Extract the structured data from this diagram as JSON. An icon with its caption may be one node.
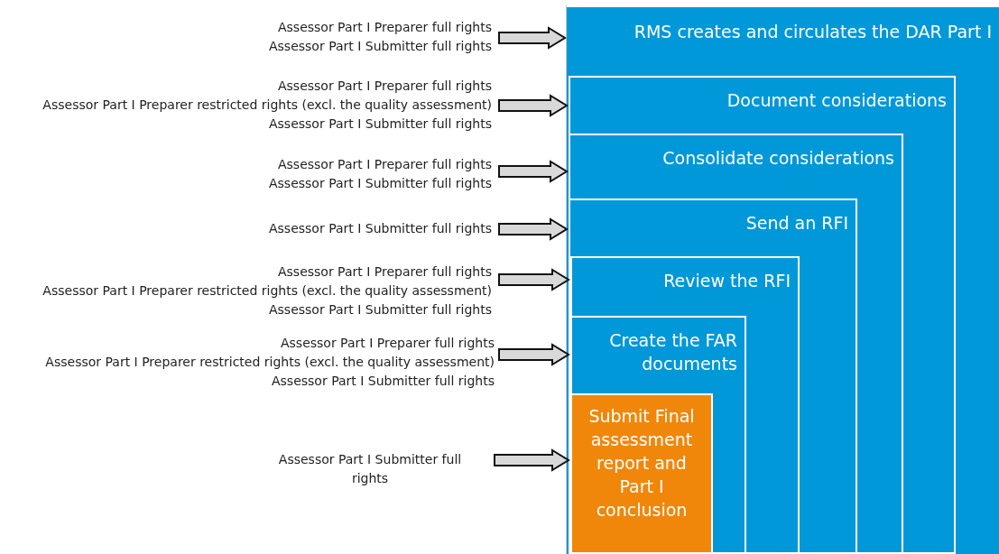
{
  "diagram": {
    "nodes": [
      {
        "text": [
          "RMS creates and circulates the DAR Part I"
        ]
      },
      {
        "text": [
          "Document considerations"
        ],
        "in": 0
      },
      {
        "text": [
          "Consolidate considerations"
        ],
        "in": 1
      },
      {
        "text": [
          "Send an RFI"
        ],
        "in": 2
      },
      {
        "text": [
          "Review the RFI"
        ],
        "in": 3
      },
      {
        "text": [
          "Create the FAR documents"
        ],
        "in": 4
      },
      {
        "text": [
          "Submit Final assessment report and Part I conclusion"
        ],
        "in": 5
      },
      {
        "text": [
          "Assessor Part I Preparer full rights",
          "Assessor Part I Submitter full rights"
        ]
      },
      {
        "text": [
          "Assessor Part I Preparer full rights",
          "Assessor Part I Preparer restricted rights (excl. the quality assessment)",
          "Assessor Part I Submitter full rights"
        ]
      },
      {
        "text": [
          "Assessor Part I Preparer full rights",
          "Assessor Part I Submitter full rights"
        ]
      },
      {
        "text": [
          "Assessor Part I Submitter full rights"
        ]
      },
      {
        "text": [
          "Assessor Part I Preparer full rights",
          "Assessor Part I Preparer restricted rights (excl. the quality assessment)",
          "Assessor Part I Submitter full rights"
        ]
      },
      {
        "text": [
          "Assessor Part I Preparer full rights",
          "Assessor Part I Preparer restricted rights (excl. the quality assessment)",
          "Assessor Part I Submitter full rights"
        ]
      },
      {
        "text": [
          "Assessor Part I Submitter full rights"
        ]
      }
    ],
    "edges": [
      {
        "from": 7,
        "to": 0,
        "arrow": "to"
      },
      {
        "from": 8,
        "to": 1,
        "arrow": "to"
      },
      {
        "from": 9,
        "to": 2,
        "arrow": "to"
      },
      {
        "from": 10,
        "to": 3,
        "arrow": "to"
      },
      {
        "from": 11,
        "to": 4,
        "arrow": "to"
      },
      {
        "from": 12,
        "to": 5,
        "arrow": "to"
      },
      {
        "from": 13,
        "to": 6,
        "arrow": "to"
      }
    ]
  }
}
